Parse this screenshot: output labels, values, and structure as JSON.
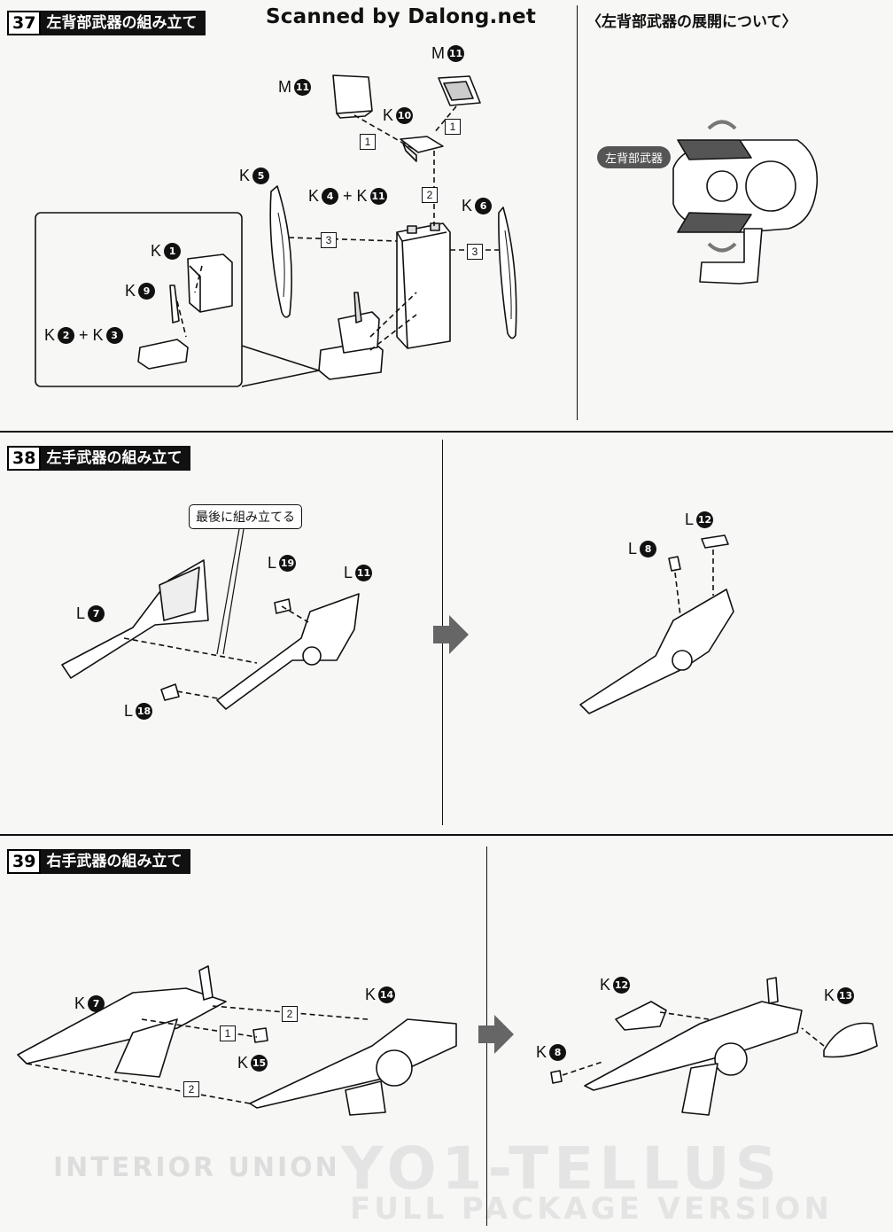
{
  "header": {
    "watermark": "Scanned by Dalong.net",
    "deploy_title": "〈左背部武器の展開について〉",
    "deploy_label": "左背部武器"
  },
  "steps": [
    {
      "number": "37",
      "title": "左背部武器の組み立て"
    },
    {
      "number": "38",
      "title": "左手武器の組み立て"
    },
    {
      "number": "39",
      "title": "右手武器の組み立て"
    }
  ],
  "step37": {
    "labels": [
      {
        "letter": "M",
        "nums": [
          "11"
        ]
      },
      {
        "letter": "M",
        "nums": [
          "11"
        ]
      },
      {
        "letter": "K",
        "nums": [
          "10"
        ]
      },
      {
        "letter": "K",
        "nums": [
          "5"
        ]
      },
      {
        "letter": "K",
        "nums": [
          "4",
          "11"
        ]
      },
      {
        "letter": "K",
        "nums": [
          "6"
        ]
      },
      {
        "letter": "K",
        "nums": [
          "1"
        ]
      },
      {
        "letter": "K",
        "nums": [
          "9"
        ]
      },
      {
        "letter": "K",
        "nums": [
          "2",
          "3"
        ]
      }
    ],
    "order": [
      "1",
      "1",
      "2",
      "3",
      "3"
    ]
  },
  "step38": {
    "callout": "最後に組み立てる",
    "labels": [
      {
        "letter": "L",
        "nums": [
          "7"
        ]
      },
      {
        "letter": "L",
        "nums": [
          "19"
        ]
      },
      {
        "letter": "L",
        "nums": [
          "11"
        ]
      },
      {
        "letter": "L",
        "nums": [
          "18"
        ]
      },
      {
        "letter": "L",
        "nums": [
          "12"
        ]
      },
      {
        "letter": "L",
        "nums": [
          "8"
        ]
      }
    ]
  },
  "step39": {
    "labels": [
      {
        "letter": "K",
        "nums": [
          "7"
        ]
      },
      {
        "letter": "K",
        "nums": [
          "14"
        ]
      },
      {
        "letter": "K",
        "nums": [
          "15"
        ]
      },
      {
        "letter": "K",
        "nums": [
          "12"
        ]
      },
      {
        "letter": "K",
        "nums": [
          "13"
        ]
      },
      {
        "letter": "K",
        "nums": [
          "8"
        ]
      }
    ],
    "order": [
      "2",
      "1",
      "2"
    ]
  },
  "background": {
    "brand": "INTERIOR UNION",
    "product": "YO1-TELLUS",
    "edition": "FULL PACKAGE VERSION"
  }
}
